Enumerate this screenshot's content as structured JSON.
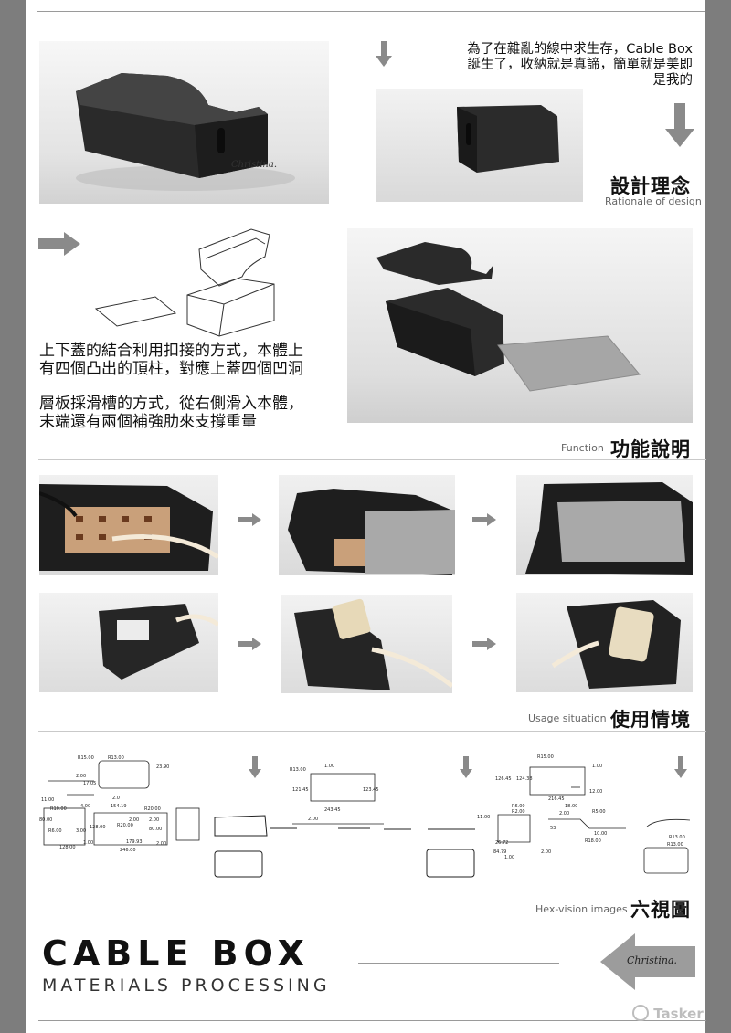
{
  "intro": {
    "line1": "為了在雜亂的線中求生存，Cable Box",
    "line2": "誕生了，收納就是真諦，簡單就是美即",
    "line3": "是我的"
  },
  "signature": "Christina.",
  "design": {
    "title_zh": "設計理念",
    "title_en": "Rationale of design"
  },
  "function": {
    "title_zh": "功能說明",
    "title_en": "Function",
    "desc1_line1": "上下蓋的結合利用扣接的方式，本體上",
    "desc1_line2": "有四個凸出的頂柱，對應上蓋四個凹洞",
    "desc2_line1": "層板採滑槽的方式，從右側滑入本體，",
    "desc2_line2": "末端還有兩個補強肋來支撐重量"
  },
  "usage": {
    "title_zh": "使用情境",
    "title_en": "Usage situation"
  },
  "hexvision": {
    "title_zh": "六視圖",
    "title_en": "Hex-vision images",
    "dims_left": [
      "R15.00",
      "R13.00",
      "23.90",
      "2.00",
      "17.05",
      "11.00",
      "2.0",
      "R10.00",
      "4.00",
      "154.19",
      "R20.00",
      "80.00",
      "128.00",
      "2.00",
      "R20.00",
      "2.00",
      "R6.00",
      "3.00",
      "80.00",
      "1.00",
      "179.93",
      "128.00",
      "246.00",
      "2.00"
    ],
    "dims_mid": [
      "R13.00",
      "1.00",
      "121.45",
      "123.45",
      "243.45",
      "2.00"
    ],
    "dims_right": [
      "R15.00",
      "1.00",
      "126.45",
      "124.38",
      "12.00",
      "216.45",
      "18.00",
      "2.00",
      "R5.00",
      "R6.00",
      "R2.00",
      "11.00",
      "53",
      "10.00",
      "26.72",
      "R18.00",
      "84.79",
      "2.00",
      "1.00",
      "R13.00"
    ]
  },
  "brand": {
    "line1": "CABLE BOX",
    "line2": "MATERIALS PROCESSING"
  },
  "watermark": "Tasker"
}
